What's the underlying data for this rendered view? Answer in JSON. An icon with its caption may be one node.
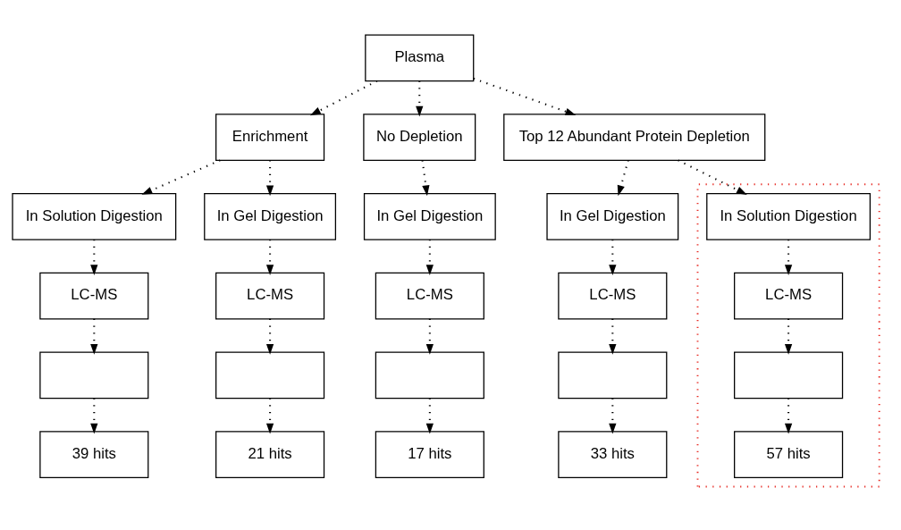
{
  "diagram": {
    "nodes": [
      {
        "text": [
          "Plasma"
        ]
      },
      {
        "text": [
          "Enrichment"
        ]
      },
      {
        "text": [
          "No Depletion"
        ]
      },
      {
        "text": [
          "Top 12 Abundant Protein Depletion"
        ]
      },
      {
        "text": [
          "In Solution Digestion"
        ]
      },
      {
        "text": [
          "In Gel Digestion"
        ]
      },
      {
        "text": [
          "In Gel Digestion"
        ]
      },
      {
        "text": [],
        "shape": "box"
      },
      {
        "text": [
          "In Solution Digestion"
        ],
        "in": 7
      },
      {
        "text": [
          "In Gel Digestion"
        ]
      },
      {
        "text": [
          "LC-MS"
        ]
      },
      {
        "text": [
          "LC-MS"
        ]
      },
      {
        "text": [
          "LC-MS"
        ]
      },
      {
        "text": [
          "LC-MS"
        ],
        "in": 7
      },
      {
        "text": [
          "LC-MS"
        ]
      },
      {
        "text": [],
        "shape": "box"
      },
      {
        "text": [],
        "shape": "box"
      },
      {
        "text": [],
        "shape": "box"
      },
      {
        "text": [],
        "shape": "box",
        "in": 7
      },
      {
        "text": [],
        "shape": "box"
      },
      {
        "text": [
          "39 hits"
        ]
      },
      {
        "text": [
          "21 hits"
        ]
      },
      {
        "text": [
          "17 hits"
        ]
      },
      {
        "text": [
          "57 hits"
        ],
        "in": 7
      },
      {
        "text": [
          "33 hits"
        ]
      }
    ],
    "edges": [
      {
        "from": 0,
        "to": 1,
        "arrow": "to",
        "style": "dashed"
      },
      {
        "from": 0,
        "to": 2,
        "arrow": "to",
        "style": "dashed"
      },
      {
        "from": 0,
        "to": 3,
        "arrow": "to",
        "style": "dashed"
      },
      {
        "from": 1,
        "to": 4,
        "arrow": "to",
        "style": "dashed"
      },
      {
        "from": 1,
        "to": 5,
        "arrow": "to",
        "style": "dashed"
      },
      {
        "from": 2,
        "to": 6,
        "arrow": "to",
        "style": "dashed"
      },
      {
        "from": 3,
        "to": 8,
        "arrow": "to",
        "style": "dashed"
      },
      {
        "from": 3,
        "to": 9,
        "arrow": "to",
        "style": "dashed"
      },
      {
        "from": 4,
        "to": 10,
        "arrow": "to",
        "style": "dashed"
      },
      {
        "from": 5,
        "to": 11,
        "arrow": "to",
        "style": "dashed"
      },
      {
        "from": 6,
        "to": 12,
        "arrow": "to",
        "style": "dashed"
      },
      {
        "from": 8,
        "to": 13,
        "arrow": "to",
        "style": "dashed"
      },
      {
        "from": 9,
        "to": 14,
        "arrow": "to",
        "style": "dashed"
      },
      {
        "from": 10,
        "to": 15,
        "arrow": "to",
        "style": "dashed"
      },
      {
        "from": 11,
        "to": 16,
        "arrow": "to",
        "style": "dashed"
      },
      {
        "from": 12,
        "to": 17,
        "arrow": "to",
        "style": "dashed"
      },
      {
        "from": 13,
        "to": 18,
        "arrow": "to",
        "style": "dashed"
      },
      {
        "from": 14,
        "to": 19,
        "arrow": "to",
        "style": "dashed"
      },
      {
        "from": 15,
        "to": 20,
        "arrow": "to",
        "style": "dashed"
      },
      {
        "from": 16,
        "to": 21,
        "arrow": "to",
        "style": "dashed"
      },
      {
        "from": 17,
        "to": 22,
        "arrow": "to",
        "style": "dashed"
      },
      {
        "from": 18,
        "to": 23,
        "arrow": "to",
        "style": "dashed"
      },
      {
        "from": 19,
        "to": 24,
        "arrow": "to",
        "style": "dashed"
      }
    ]
  }
}
